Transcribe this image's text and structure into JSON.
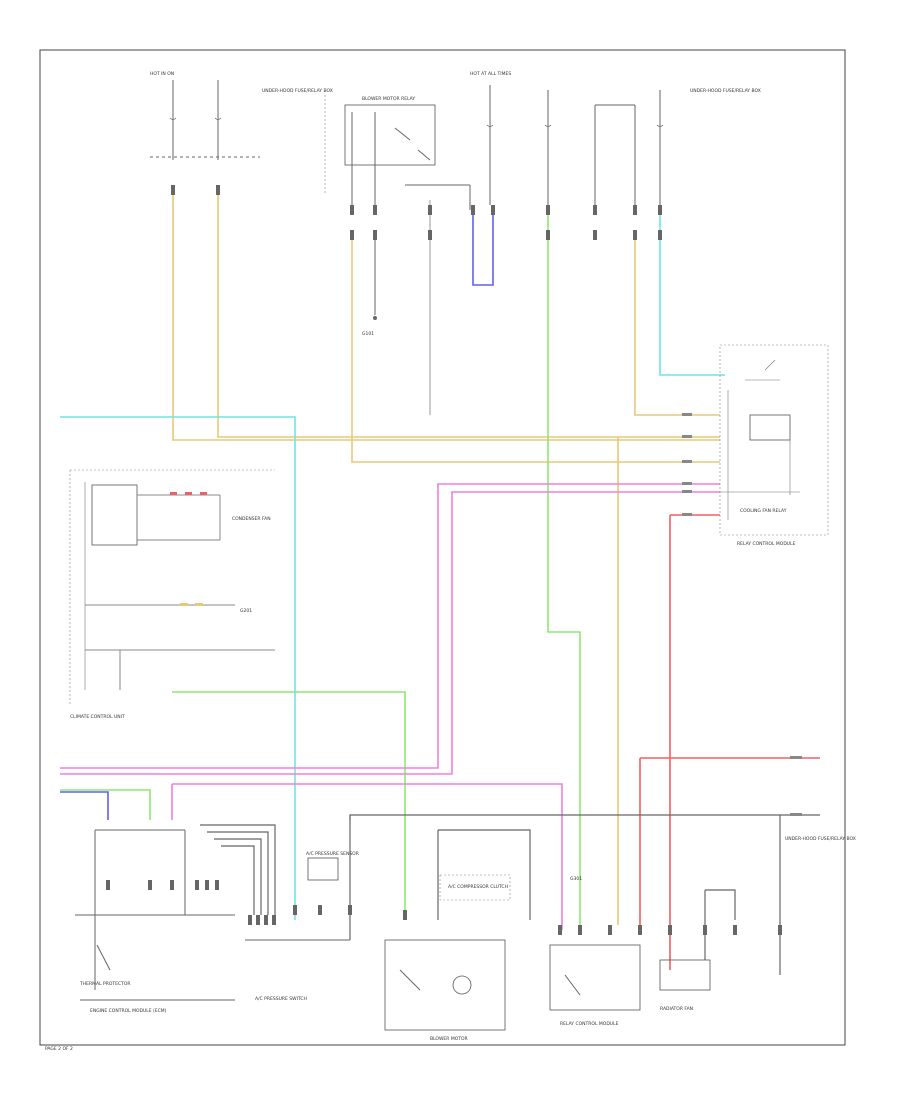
{
  "colors": {
    "yellow": "#e8c878",
    "pink": "#f080e0",
    "green": "#8ee870",
    "cyan": "#6ee4e4",
    "blue": "#6060ee",
    "red": "#f06060",
    "gray": "#666666",
    "frame": "#444444"
  },
  "labels": {
    "page_tag": "PAGE 2 OF 2",
    "fuse_block_left": "HOT IN ON",
    "fuse_block_right": "HOT AT ALL TIMES",
    "under_hood_fuse_box": "UNDER-HOOD FUSE/RELAY BOX",
    "blower_motor_relay": "BLOWER MOTOR RELAY",
    "climate_control_unit": "CLIMATE CONTROL UNIT",
    "engine_control_module": "ENGINE CONTROL MODULE (ECM)",
    "relay_control_module": "RELAY CONTROL MODULE",
    "ac_pressure_switch": "A/C PRESSURE SWITCH",
    "ac_pressure_sensor": "A/C PRESSURE SENSOR",
    "ac_compressor": "A/C COMPRESSOR CLUTCH",
    "blower_motor": "BLOWER MOTOR",
    "radiator_fan": "RADIATOR FAN",
    "condenser_fan": "CONDENSER FAN",
    "ground_g1": "G101",
    "ground_g2": "G201",
    "ground_g3": "G301",
    "cooling_fan_relay": "COOLING FAN RELAY",
    "thermal_protector": "THERMAL PROTECTOR"
  }
}
